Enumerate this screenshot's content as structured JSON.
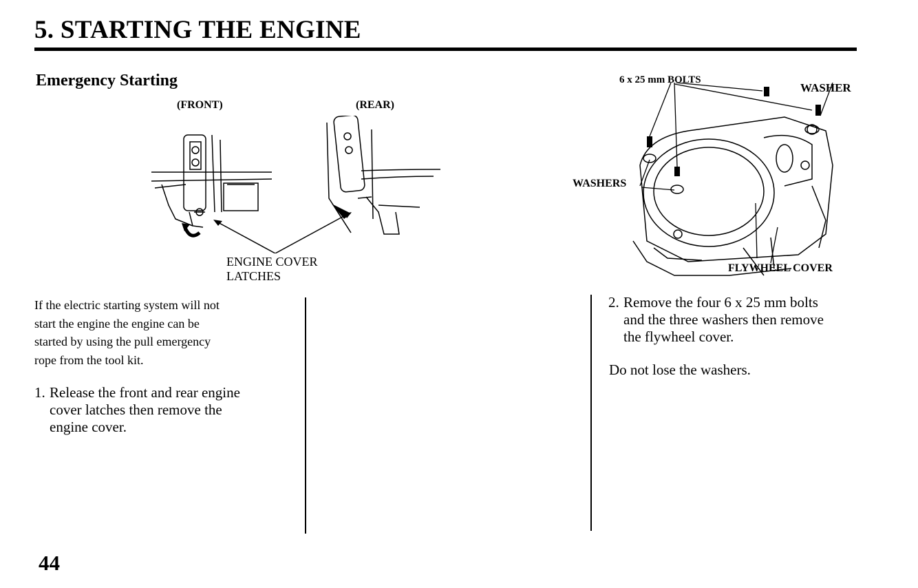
{
  "header": {
    "title": "5. STARTING THE ENGINE"
  },
  "section": {
    "heading": "Emergency Starting"
  },
  "left_figure": {
    "front_label": "(FRONT)",
    "rear_label": "(REAR)",
    "callout_line1": "ENGINE COVER",
    "callout_line2": "LATCHES"
  },
  "right_figure": {
    "bolts_label": "6 x 25 mm BOLTS",
    "washer_label": "WASHER",
    "washers_label": "WASHERS",
    "flywheel_label": "FLYWHEEL COVER"
  },
  "left_column": {
    "intro_lines": [
      "If the electric starting system will not",
      "start the engine the engine can be",
      "started by using the pull emergency",
      "rope from the tool kit."
    ],
    "step1": {
      "number": "1.",
      "lines": [
        "Release the front and rear engine",
        "cover latches then remove the",
        "engine cover."
      ]
    }
  },
  "right_column": {
    "step2": {
      "number": "2.",
      "lines": [
        "Remove the four 6 x 25 mm bolts",
        "and the three washers then remove",
        "the flywheel cover."
      ]
    },
    "note": "Do not lose the washers."
  },
  "footer": {
    "page_number": "44"
  }
}
